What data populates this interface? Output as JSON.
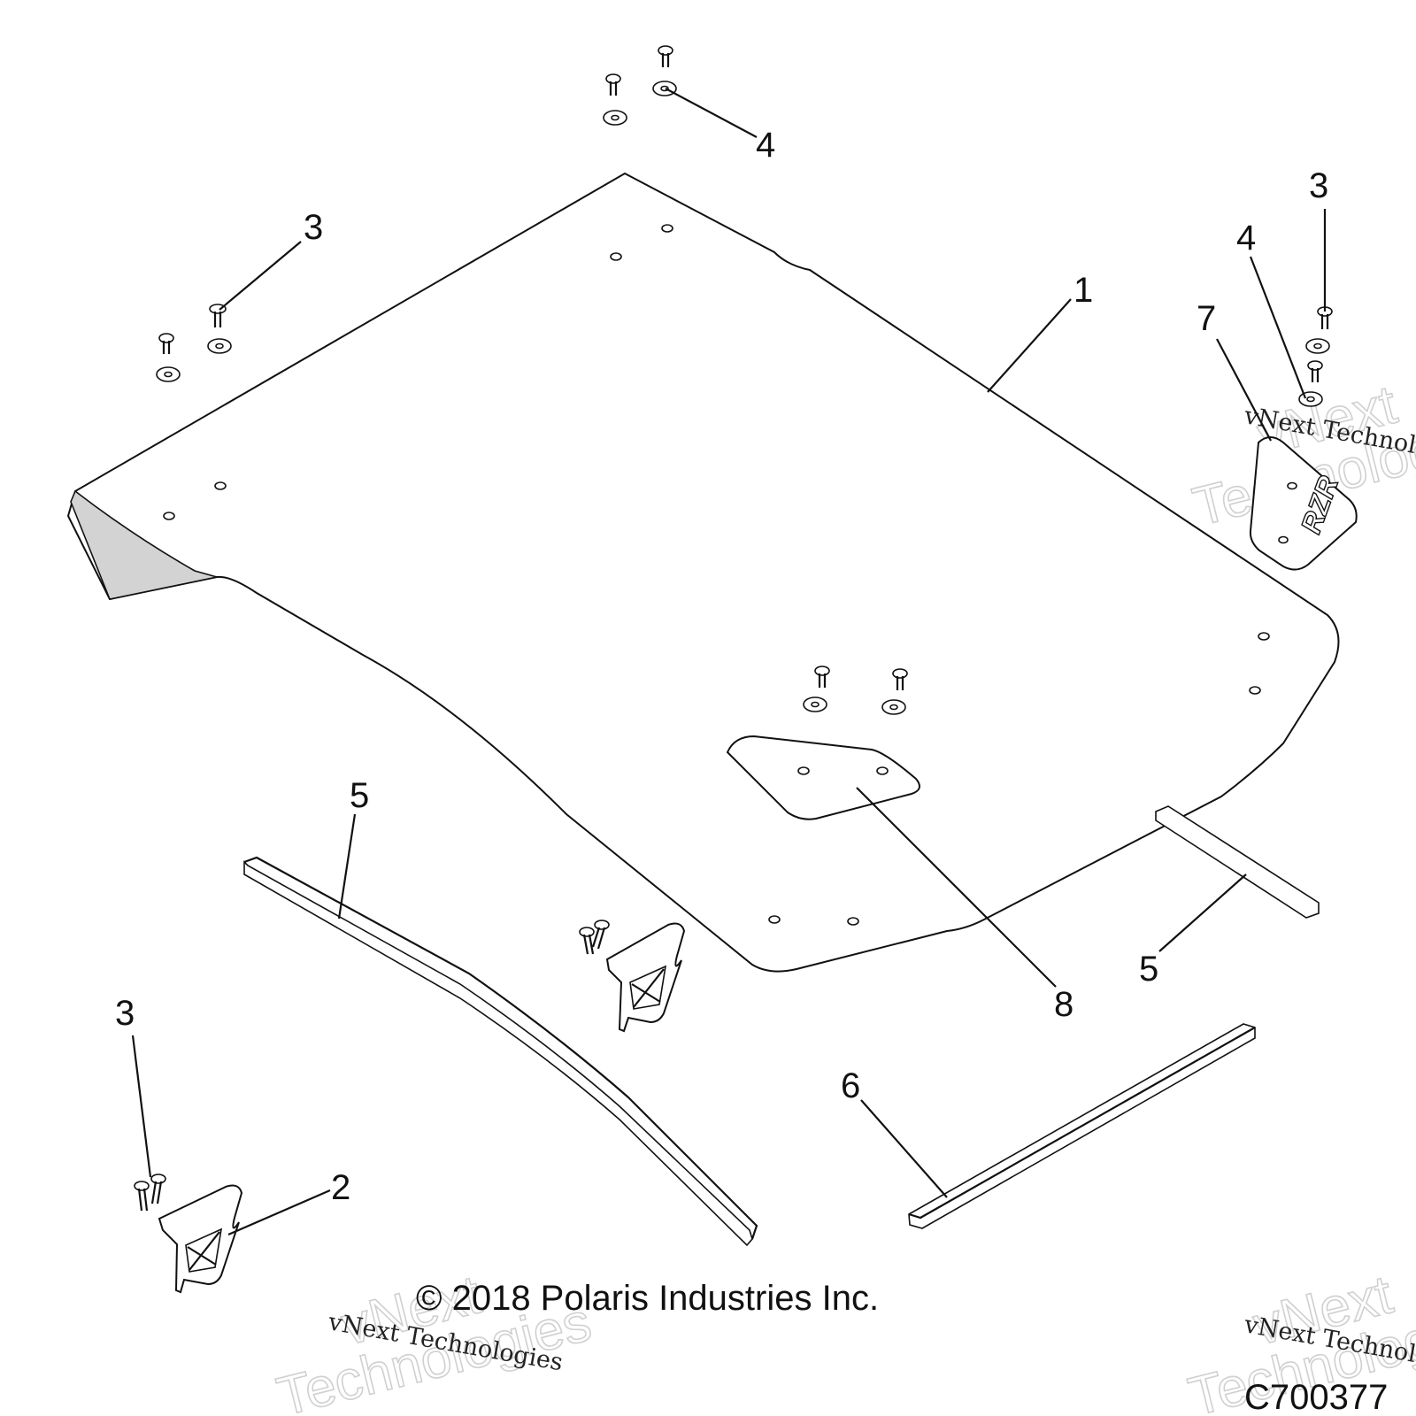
{
  "callouts": {
    "c1": "1",
    "c2": "2",
    "c3_left_top": "3",
    "c3_right_top": "3",
    "c3_bottom_left": "3",
    "c4_top": "4",
    "c4_right": "4",
    "c5_left": "5",
    "c5_right": "5",
    "c6": "6",
    "c7": "7",
    "c8": "8"
  },
  "decal_text": "RZR",
  "watermark": {
    "outline_line1": "vNext",
    "outline_line2": "Technologies",
    "serif": "vNext Technologies"
  },
  "copyright": "© 2018 Polaris Industries Inc.",
  "figure_code": "C700377"
}
